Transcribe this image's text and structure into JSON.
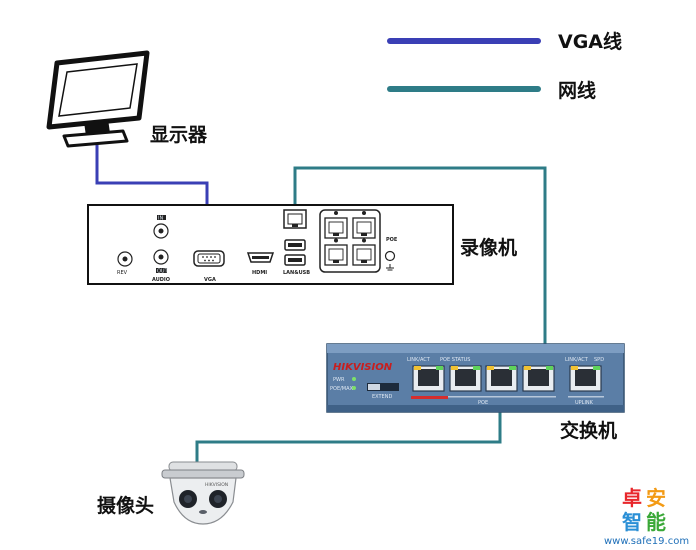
{
  "legend": {
    "vga": {
      "label": "VGA线",
      "color": "#3a3fb5"
    },
    "net": {
      "label": "网线",
      "color": "#2e7c87"
    }
  },
  "nodes": {
    "monitor": {
      "label": "显示器"
    },
    "nvr": {
      "label": "录像机",
      "panel": {
        "rev": "REV",
        "in": "IN",
        "out": "OUT",
        "audio": "AUDIO",
        "vga": "VGA",
        "hdmi": "HDMI",
        "lan_usb": "LAN&USB",
        "poe": "POE"
      }
    },
    "switch": {
      "label": "交换机",
      "brand": "HIKVISION",
      "panel": {
        "pwr": "PWR",
        "poe_led": "POE/MAX",
        "link_act_left": "LINK/ACT",
        "poe_status": "POE STATUS",
        "link_act_right": "LINK/ACT",
        "spd": "SPD",
        "extend": "EXTEND",
        "poe_group": "POE",
        "uplink": "UPLINK"
      }
    },
    "camera": {
      "label": "摄像头",
      "brand": "HIKVISION"
    }
  },
  "watermark": {
    "chars": [
      "卓",
      "安",
      "智",
      "能"
    ],
    "char_colors": [
      "#e8262b",
      "#f39a14",
      "#2a8fd6",
      "#3aa838"
    ],
    "url": "www.safe19.com"
  }
}
